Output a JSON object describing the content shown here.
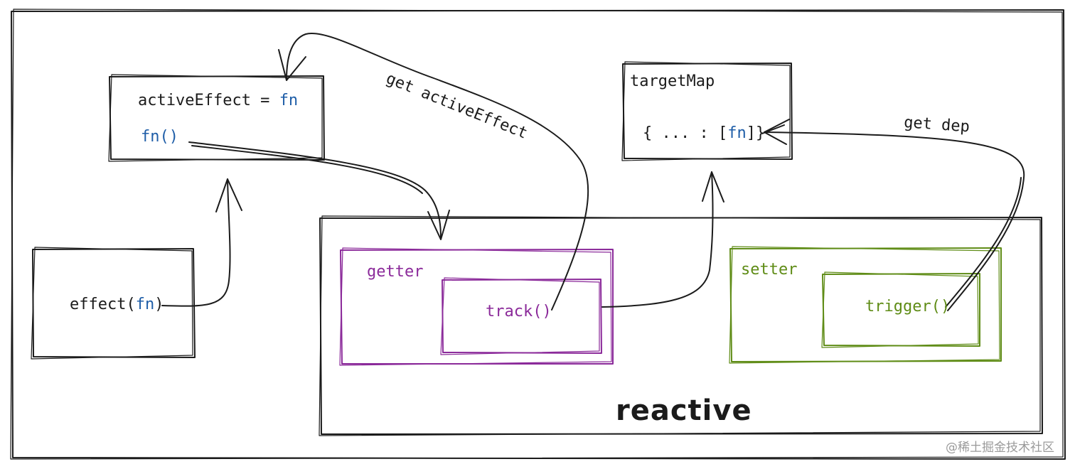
{
  "diagram": {
    "effect_box": {
      "prefix": "effect(",
      "arg": "fn",
      "suffix": ")"
    },
    "active_effect_box": {
      "assign_left": "activeEffect = ",
      "assign_right": "fn",
      "call": "fn()"
    },
    "target_map_box": {
      "title": "targetMap",
      "entry_left": "{ ... : [",
      "entry_fn": "fn",
      "entry_right": "]}"
    },
    "reactive_box": {
      "label": "reactive"
    },
    "getter_box": {
      "label": "getter",
      "inner": "track()"
    },
    "setter_box": {
      "label": "setter",
      "inner": "trigger()"
    },
    "edges": {
      "get_active_effect": "get activeEffect",
      "get_dep": "get dep"
    },
    "colors": {
      "ink": "#1b1b1b",
      "fn": "#1f5ea8",
      "getter": "#8b2a9a",
      "setter": "#5f8c16"
    }
  },
  "watermark": "@稀土掘金技术社区"
}
